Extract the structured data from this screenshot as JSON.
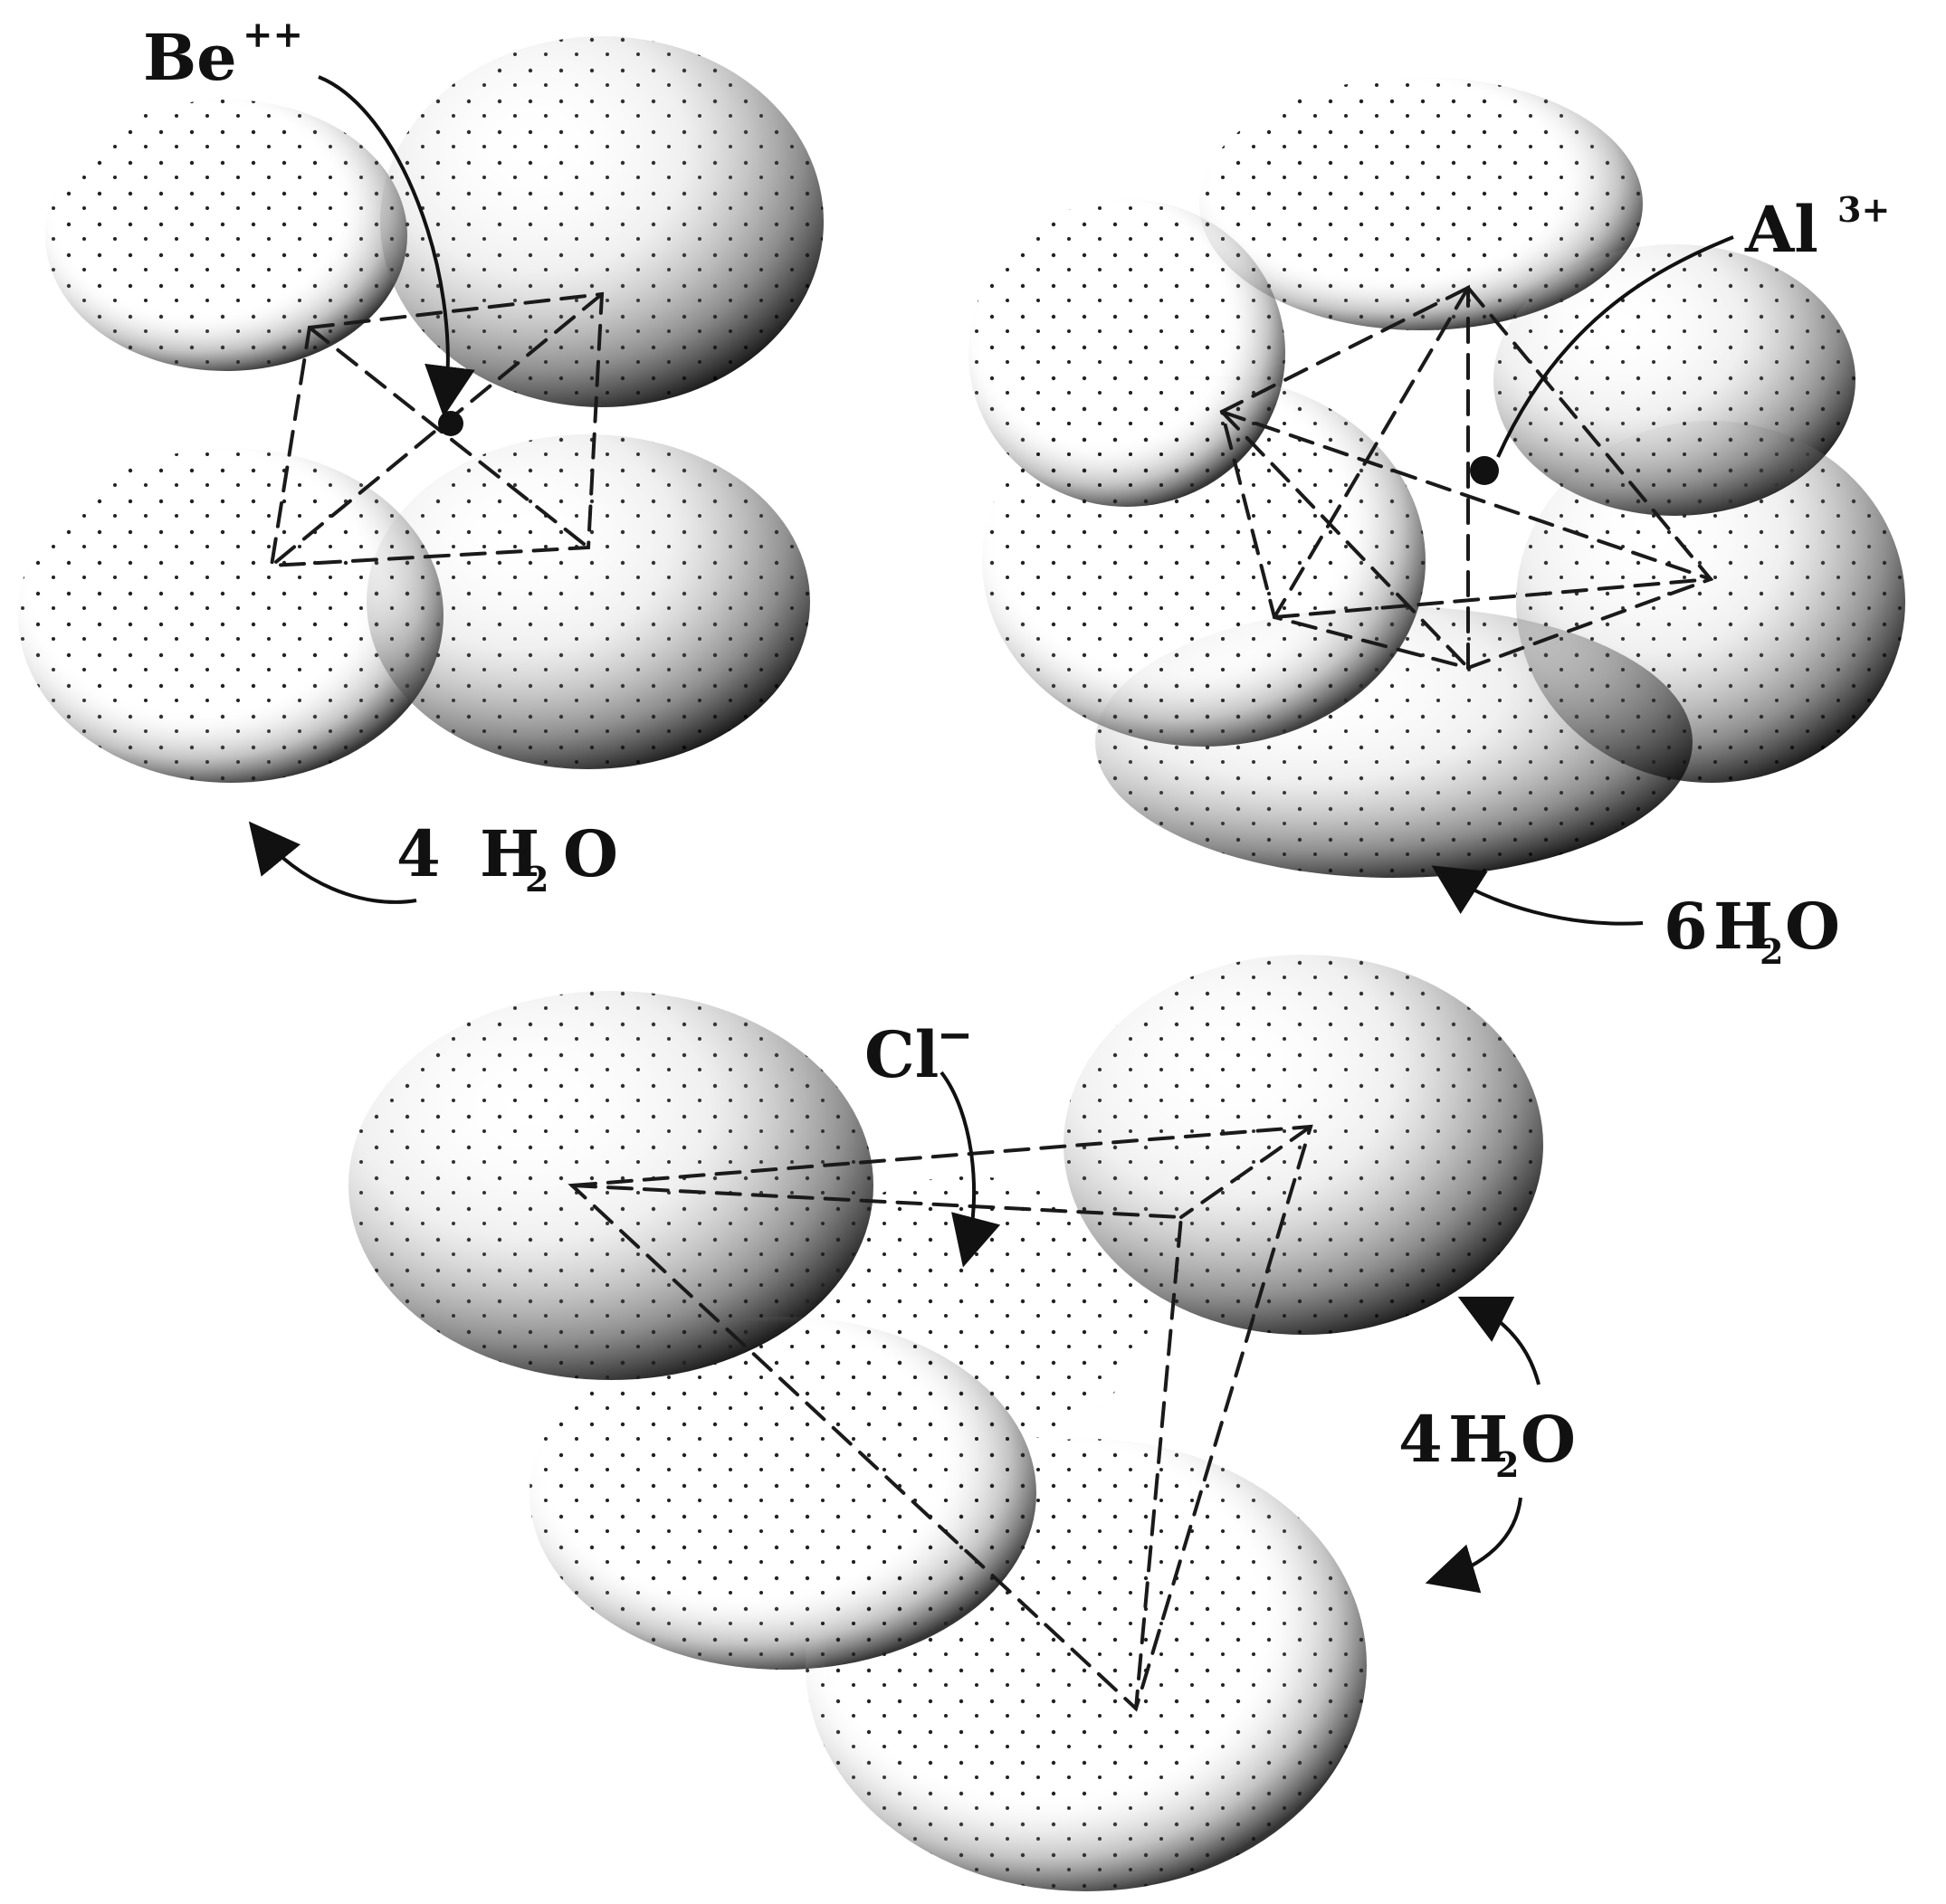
{
  "figure": {
    "be_complex": {
      "ion_label": "Be",
      "ion_charge": "++",
      "water_count": "4",
      "water_h": "H",
      "water_sub": "2",
      "water_o": "O"
    },
    "al_complex": {
      "ion_label": "Al",
      "ion_charge": "3+",
      "water_count": "6",
      "water_h": "H",
      "water_sub": "2",
      "water_o": "O"
    },
    "cl_complex": {
      "ion_label": "Cl",
      "ion_charge": "−",
      "water_count": "4",
      "water_h": "H",
      "water_sub": "2",
      "water_o": "O"
    }
  },
  "colors": {
    "ink": "#111111",
    "paper": "#ffffff"
  }
}
